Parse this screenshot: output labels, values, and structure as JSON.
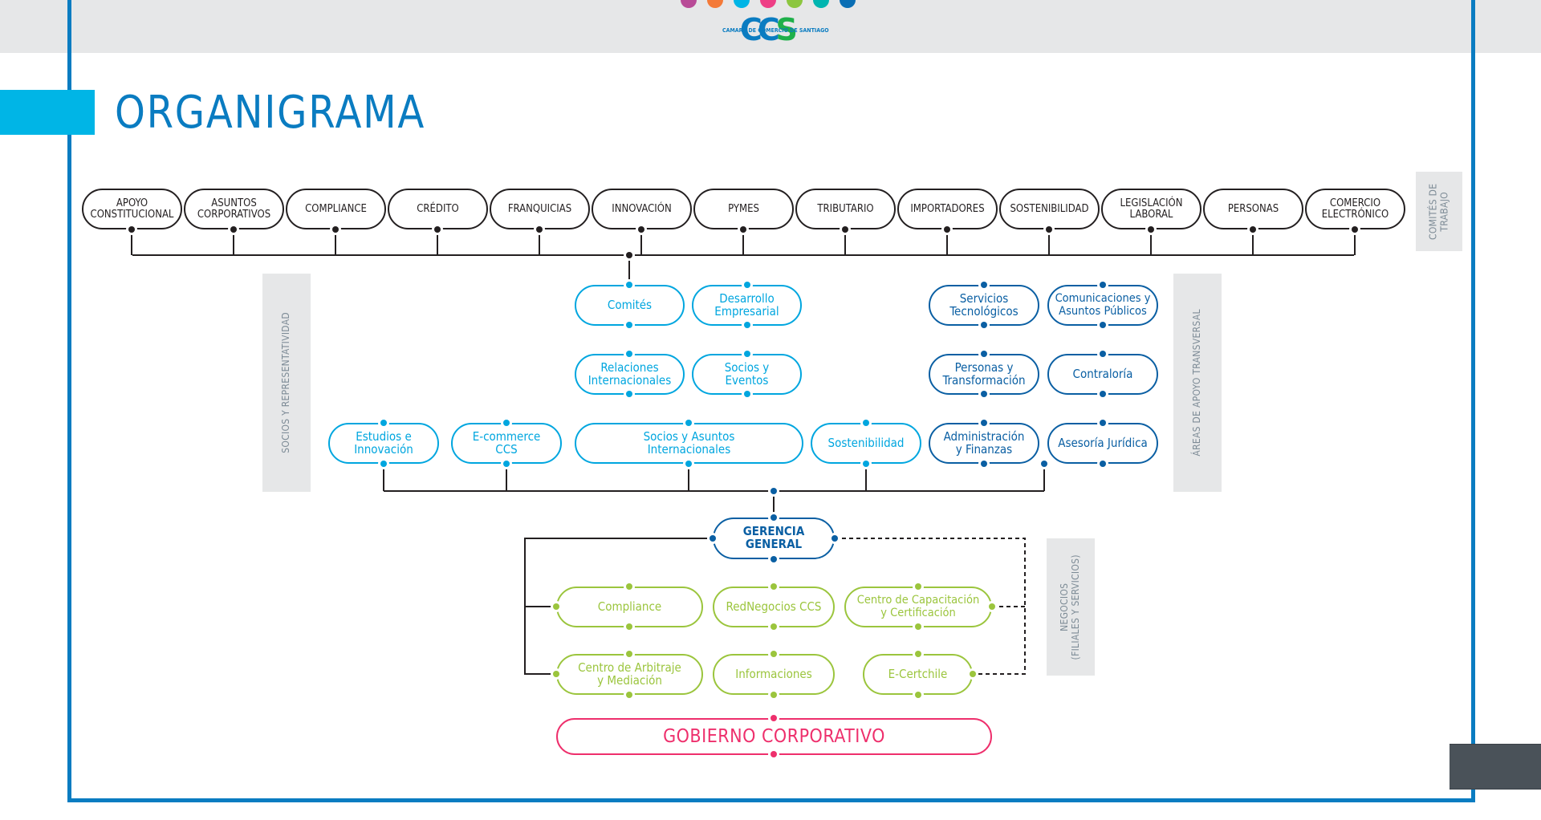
{
  "header": {
    "logo": {
      "text": "CCS",
      "subtitle": "CAMARA DE COMERCIO DE SANTIAGO",
      "dot_colors": [
        "#b84b97",
        "#f47a38",
        "#00b5e6",
        "#ee3f86",
        "#8cc63f",
        "#00b5b0",
        "#0a6eb4"
      ]
    },
    "title": "ORGANIGRAMA"
  },
  "colors": {
    "frame": "#0a7cc1",
    "accent_cyan": "#00b5e6",
    "committee": "#231f20",
    "socios": "#00a6df",
    "apoyo": "#0a5fa3",
    "negocios": "#9bc53d",
    "gobierno": "#ee2f6c",
    "label_bg": "#e6e7e8",
    "label_text": "#7d8b96"
  },
  "section_labels": {
    "comites": "COMITÉS DE\nTRABAJO",
    "socios": "SOCIOS Y REPRESENTATIVIDAD",
    "apoyo": "ÁREAS DE APOYO TRANSVERSAL",
    "negocios": "NEGOCIOS\n(FILIALES Y SERVICIOS)"
  },
  "committees": [
    {
      "line1": "APOYO",
      "line2": "CONSTITUCIONAL"
    },
    {
      "line1": "ASUNTOS",
      "line2": "CORPORATIVOS"
    },
    {
      "line1": "COMPLIANCE",
      "line2": ""
    },
    {
      "line1": "CRÉDITO",
      "line2": ""
    },
    {
      "line1": "FRANQUICIAS",
      "line2": ""
    },
    {
      "line1": "INNOVACIÓN",
      "line2": ""
    },
    {
      "line1": "PYMES",
      "line2": ""
    },
    {
      "line1": "TRIBUTARIO",
      "line2": ""
    },
    {
      "line1": "IMPORTADORES",
      "line2": ""
    },
    {
      "line1": "SOSTENIBILIDAD",
      "line2": ""
    },
    {
      "line1": "LEGISLACIÓN",
      "line2": "LABORAL"
    },
    {
      "line1": "PERSONAS",
      "line2": ""
    },
    {
      "line1": "COMERCIO",
      "line2": "ELECTRÓNICO"
    }
  ],
  "socios": {
    "comites": {
      "line1": "Comités",
      "line2": ""
    },
    "desarrollo": {
      "line1": "Desarrollo",
      "line2": "Empresarial"
    },
    "relaciones": {
      "line1": "Relaciones",
      "line2": "Internacionales"
    },
    "eventos": {
      "line1": "Socios y",
      "line2": "Eventos"
    },
    "estudios": {
      "line1": "Estudios e",
      "line2": "Innovación"
    },
    "ecommerce": {
      "line1": "E-commerce",
      "line2": "CCS"
    },
    "asuntos": {
      "line1": "Socios y Asuntos",
      "line2": "Internacionales"
    },
    "sostenibilidad": {
      "line1": "Sostenibilidad",
      "line2": ""
    }
  },
  "apoyo": {
    "servicios": {
      "line1": "Servicios",
      "line2": "Tecnológicos"
    },
    "comunicaciones": {
      "line1": "Comunicaciones y",
      "line2": "Asuntos Públicos"
    },
    "personas": {
      "line1": "Personas y",
      "line2": "Transformación"
    },
    "contraloria": {
      "line1": "Contraloría",
      "line2": ""
    },
    "administracion": {
      "line1": "Administración",
      "line2": "y Finanzas"
    },
    "juridica": {
      "line1": "Asesoría Jurídica",
      "line2": ""
    }
  },
  "gerencia": {
    "line1": "GERENCIA",
    "line2": "GENERAL"
  },
  "negocios": {
    "compliance": {
      "line1": "Compliance",
      "line2": ""
    },
    "rednegocios": {
      "line1": "RedNegocios CCS",
      "line2": ""
    },
    "capacitacion": {
      "line1": "Centro de Capacitación",
      "line2": "y Certificación"
    },
    "arbitraje": {
      "line1": "Centro de Arbitraje",
      "line2": "y Mediación"
    },
    "informaciones": {
      "line1": "Informaciones",
      "line2": ""
    },
    "ecertchile": {
      "line1": "E-Certchile",
      "line2": ""
    }
  },
  "gobierno": "GOBIERNO CORPORATIVO"
}
